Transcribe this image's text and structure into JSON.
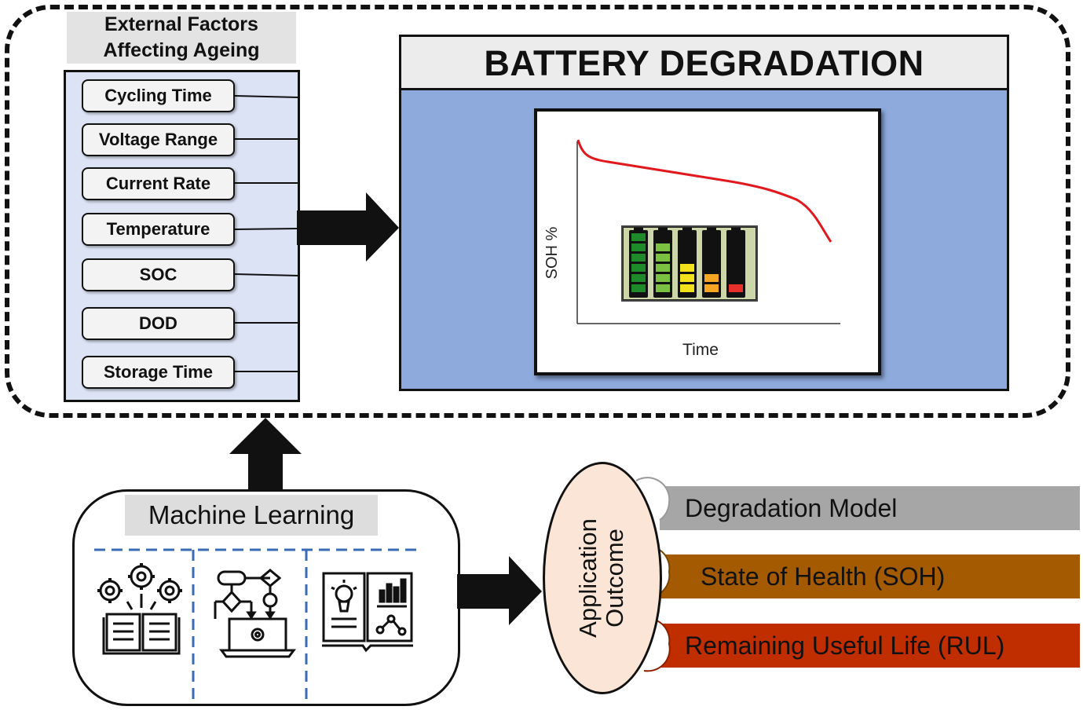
{
  "factors": {
    "title": "External Factors Affecting Ageing",
    "items": [
      "Cycling Time",
      "Voltage Range",
      "Current Rate",
      "Temperature",
      "SOC",
      "DOD",
      "Storage Time"
    ]
  },
  "degradation": {
    "title": "BATTERY DEGRADATION",
    "ylabel": "SOH %",
    "xlabel": "Time"
  },
  "machine_learning": {
    "title": "Machine Learning"
  },
  "application": {
    "label": "Application Outcome",
    "outcomes": [
      {
        "label": "Degradation Model",
        "color": "#a6a6a6"
      },
      {
        "label": "State of Health (SOH)",
        "color": "#a35a00"
      },
      {
        "label": "Remaining Useful Life (RUL)",
        "color": "#c02e00"
      }
    ]
  },
  "colors": {
    "panel": "#dbe3f4",
    "degradation_fill": "#8eaadc",
    "curve": "#e0191e",
    "ellipse": "#fbe5d6"
  }
}
